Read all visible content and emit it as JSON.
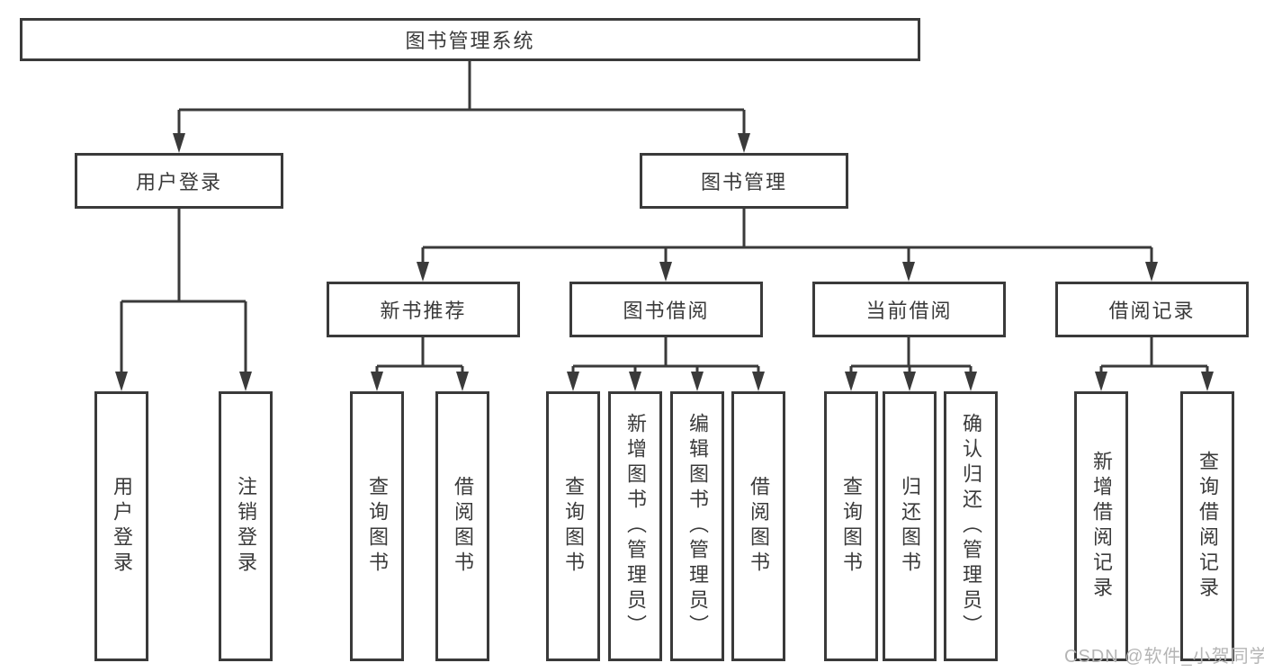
{
  "colors": {
    "line": "#3a3a3a",
    "text": "#3a3a3a",
    "box_background": "#ffffff",
    "watermark": "#b5b5b5",
    "background": "#ffffff"
  },
  "tree": {
    "root": {
      "label": "图书管理系统"
    },
    "children": [
      {
        "label": "用户登录",
        "children": [
          {
            "label": "用户登录"
          },
          {
            "label": "注销登录"
          }
        ]
      },
      {
        "label": "图书管理",
        "children": [
          {
            "label": "新书推荐",
            "children": [
              {
                "label": "查询图书"
              },
              {
                "label": "借阅图书"
              }
            ]
          },
          {
            "label": "图书借阅",
            "children": [
              {
                "label": "查询图书"
              },
              {
                "label": "新增图书（管理员）"
              },
              {
                "label": "编辑图书（管理员）"
              },
              {
                "label": "借阅图书"
              }
            ]
          },
          {
            "label": "当前借阅",
            "children": [
              {
                "label": "查询图书"
              },
              {
                "label": "归还图书"
              },
              {
                "label": "确认归还（管理员）"
              }
            ]
          },
          {
            "label": "借阅记录",
            "children": [
              {
                "label": "新增借阅记录"
              },
              {
                "label": "查询借阅记录"
              }
            ]
          }
        ]
      }
    ]
  },
  "watermark": {
    "text": "CSDN @软件_小贺同学"
  }
}
